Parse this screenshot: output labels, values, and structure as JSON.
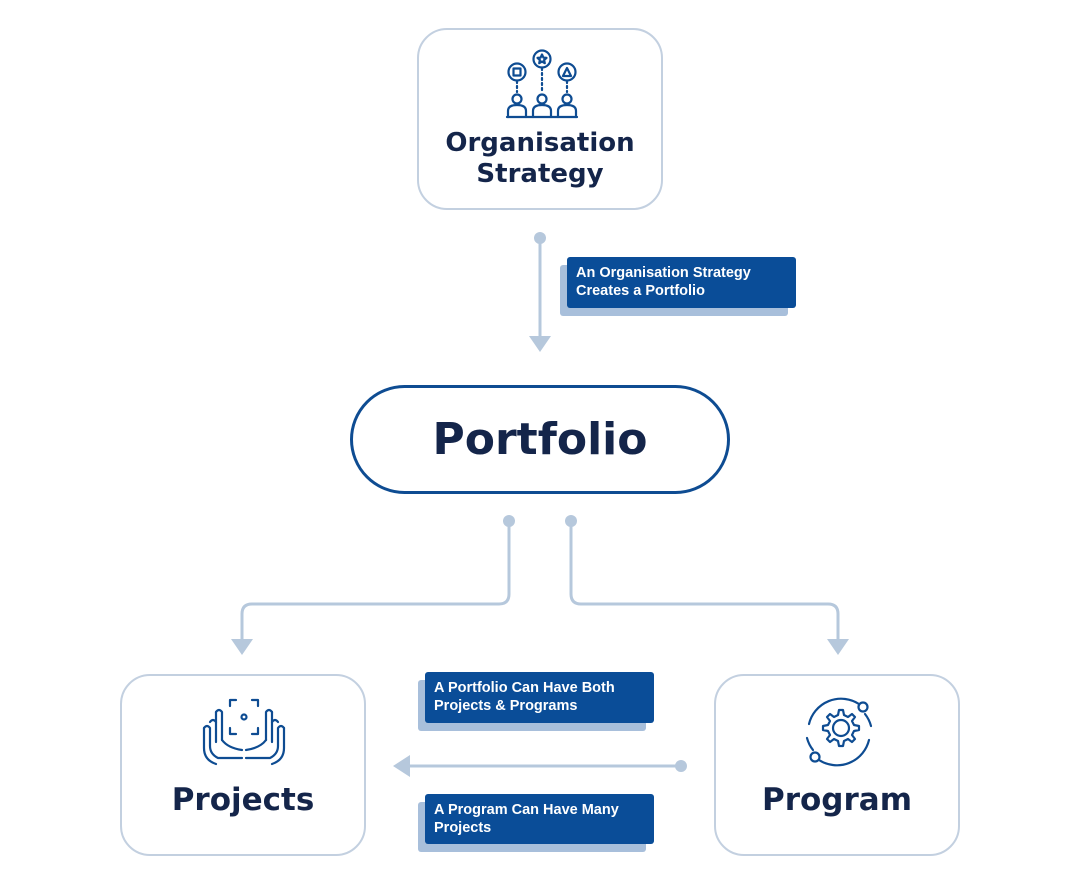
{
  "nodes": {
    "strategy": {
      "line1": "Organisation",
      "line2": "Strategy"
    },
    "portfolio": {
      "label": "Portfolio"
    },
    "projects": {
      "label": "Projects"
    },
    "program": {
      "label": "Program"
    }
  },
  "notes": {
    "strategy_to_portfolio": {
      "line1": "An Organisation Strategy",
      "line2": "Creates a Portfolio"
    },
    "portfolio_both": {
      "line1": "A Portfolio Can Have Both",
      "line2": "Projects & Programs"
    },
    "program_projects": {
      "line1": "A Program Can Have Many",
      "line2": "Projects"
    }
  },
  "icons": {
    "strategy": "team-strategy-icon",
    "projects": "hands-frame-icon",
    "program": "gear-orbit-icon"
  },
  "colors": {
    "navy_text": "#14254a",
    "accent_blue": "#0a4d98",
    "connector": "#b6c8dc",
    "note_shadow": "#a8bfdb",
    "node_border": "#c3d0e0"
  }
}
